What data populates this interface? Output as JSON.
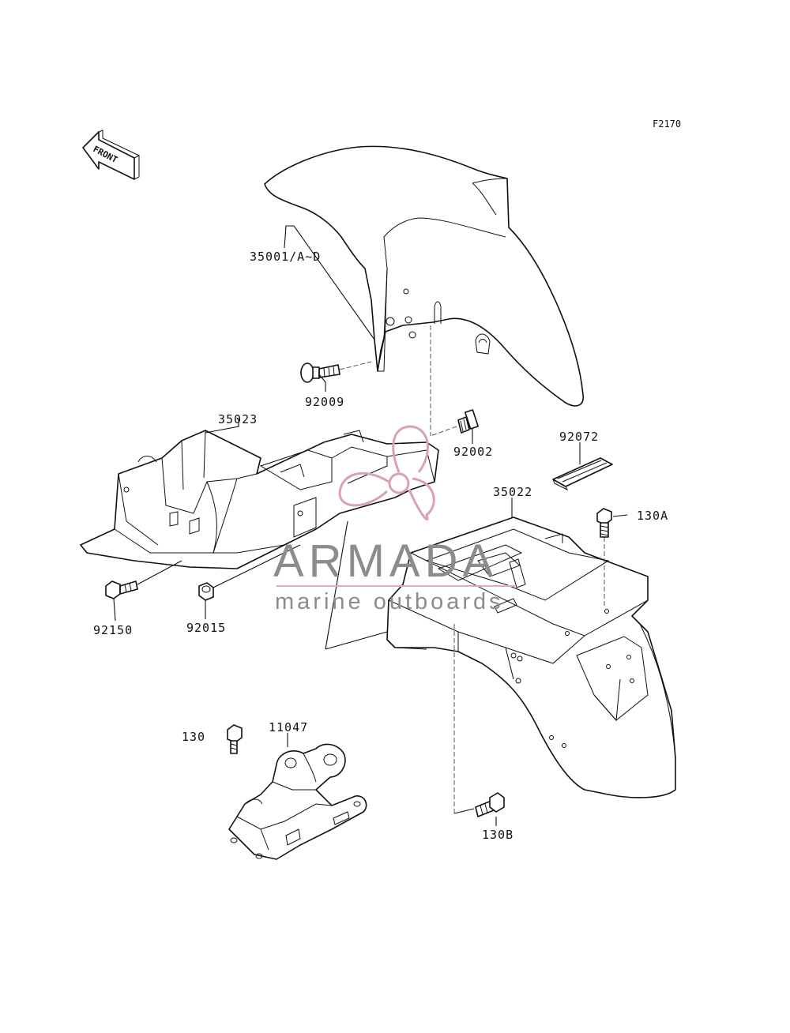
{
  "figure_code": "F2170",
  "direction_marker": {
    "text": "FRONT",
    "icon": "front-arrow-icon"
  },
  "parts": [
    {
      "id": "front-fender",
      "label": "35001/A~D"
    },
    {
      "id": "bolt-92009",
      "label": "92009"
    },
    {
      "id": "rear-inner-fender",
      "label": "35023"
    },
    {
      "id": "bolt-92002",
      "label": "92002"
    },
    {
      "id": "band-92072",
      "label": "92072"
    },
    {
      "id": "rear-fender",
      "label": "35022"
    },
    {
      "id": "bolt-130a",
      "label": "130A"
    },
    {
      "id": "bolt-92150",
      "label": "92150"
    },
    {
      "id": "collar-92015",
      "label": "92015"
    },
    {
      "id": "bolt-130",
      "label": "130"
    },
    {
      "id": "bracket-11047",
      "label": "11047"
    },
    {
      "id": "bolt-130b",
      "label": "130B"
    }
  ],
  "watermark": {
    "title": "ARMADA",
    "subtitle": "marine outboards",
    "colors": {
      "logo": "#d9a0b8",
      "text": "#8c8c8c",
      "rule": "#e3a9c2"
    }
  }
}
